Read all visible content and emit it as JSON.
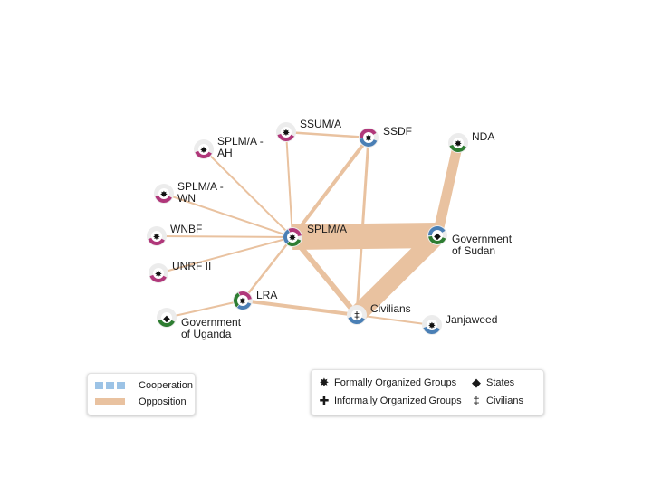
{
  "nodes": [
    {
      "id": "splm",
      "label": [
        "SPLM/A"
      ],
      "type": "formal",
      "colors": [
        "#2e7d32",
        "#4a7fb5",
        "#b0377a"
      ]
    },
    {
      "id": "ssuma",
      "label": [
        "SSUM/A"
      ],
      "type": "formal",
      "colors": [
        "#b0377a"
      ]
    },
    {
      "id": "ssdf",
      "label": [
        "SSDF"
      ],
      "type": "formal",
      "colors": [
        "#4a7fb5",
        "#b0377a"
      ]
    },
    {
      "id": "splm_ah",
      "label": [
        "SPLM/A -",
        "AH"
      ],
      "type": "formal",
      "colors": [
        "#b0377a"
      ]
    },
    {
      "id": "splm_wn",
      "label": [
        "SPLM/A -",
        "WN"
      ],
      "type": "formal",
      "colors": [
        "#b0377a"
      ]
    },
    {
      "id": "wnbf",
      "label": [
        "WNBF"
      ],
      "type": "formal",
      "colors": [
        "#b0377a"
      ]
    },
    {
      "id": "unrf",
      "label": [
        "UNRF II"
      ],
      "type": "formal",
      "colors": [
        "#b0377a"
      ]
    },
    {
      "id": "nda",
      "label": [
        "NDA"
      ],
      "type": "formal",
      "colors": [
        "#2e7d32"
      ]
    },
    {
      "id": "gos",
      "label": [
        "Government",
        "of Sudan"
      ],
      "type": "state",
      "colors": [
        "#2e7d32",
        "#4a7fb5"
      ]
    },
    {
      "id": "lra",
      "label": [
        "LRA"
      ],
      "type": "formal",
      "colors": [
        "#4a7fb5",
        "#2e7d32",
        "#b0377a"
      ]
    },
    {
      "id": "civ",
      "label": [
        "Civilians"
      ],
      "type": "civilian",
      "colors": [
        "#4a7fb5"
      ]
    },
    {
      "id": "gou",
      "label": [
        "Government",
        "of Uganda"
      ],
      "type": "state",
      "colors": [
        "#2e7d32"
      ]
    },
    {
      "id": "janj",
      "label": [
        "Janjaweed"
      ],
      "type": "formal",
      "colors": [
        "#4a7fb5"
      ]
    }
  ],
  "edges": [
    {
      "source": "splm",
      "target": "gos",
      "relation": "opposition",
      "weight": 28
    },
    {
      "source": "gos",
      "target": "civ",
      "relation": "opposition",
      "weight": 20
    },
    {
      "source": "nda",
      "target": "gos",
      "relation": "opposition",
      "weight": 11
    },
    {
      "source": "splm",
      "target": "civ",
      "relation": "opposition",
      "weight": 6
    },
    {
      "source": "splm",
      "target": "ssdf",
      "relation": "opposition",
      "weight": 4
    },
    {
      "source": "ssdf",
      "target": "civ",
      "relation": "opposition",
      "weight": 3
    },
    {
      "source": "lra",
      "target": "civ",
      "relation": "opposition",
      "weight": 4
    },
    {
      "source": "splm",
      "target": "lra",
      "relation": "opposition",
      "weight": 2.5
    },
    {
      "source": "ssuma",
      "target": "ssdf",
      "relation": "opposition",
      "weight": 2.5
    },
    {
      "source": "ssuma",
      "target": "splm",
      "relation": "opposition",
      "weight": 2
    },
    {
      "source": "splm_ah",
      "target": "splm",
      "relation": "opposition",
      "weight": 2
    },
    {
      "source": "splm_wn",
      "target": "splm",
      "relation": "opposition",
      "weight": 2
    },
    {
      "source": "wnbf",
      "target": "splm",
      "relation": "opposition",
      "weight": 2
    },
    {
      "source": "unrf",
      "target": "splm",
      "relation": "opposition",
      "weight": 2
    },
    {
      "source": "gou",
      "target": "lra",
      "relation": "opposition",
      "weight": 2
    },
    {
      "source": "civ",
      "target": "janj",
      "relation": "opposition",
      "weight": 2
    }
  ],
  "edge_legend": {
    "cooperation": {
      "label": "Cooperation",
      "color": "#9cc3e6"
    },
    "opposition": {
      "label": "Opposition",
      "color": "#e9c2a0"
    }
  },
  "type_legend": {
    "formal": {
      "label": "Formally Organized Groups",
      "glyph": "✸"
    },
    "informal": {
      "label": "Informally Organized Groups",
      "glyph": "✚"
    },
    "state": {
      "label": "States",
      "glyph": "◆"
    },
    "civilian": {
      "label": "Civilians",
      "glyph": "‡"
    }
  }
}
